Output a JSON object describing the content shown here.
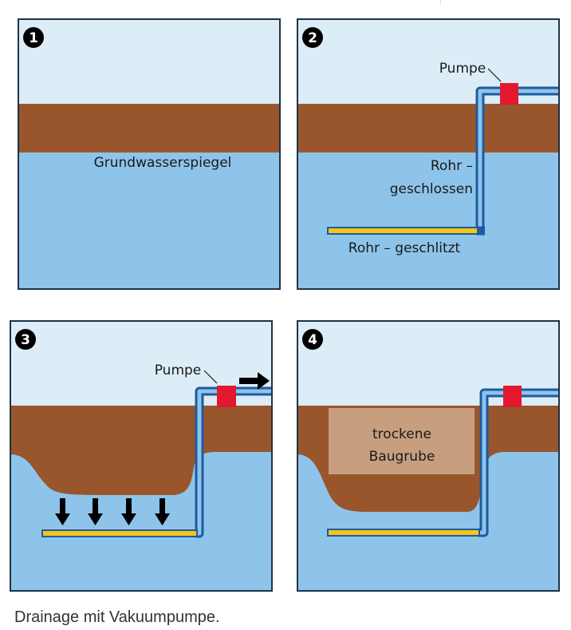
{
  "colors": {
    "sky": "#dcedf8",
    "soil": "#99562c",
    "water": "#8ec4e9",
    "pipe_fill": "#8ec4e9",
    "pipe_border": "#1e5ba0",
    "slotted_pipe": "#f5c518",
    "pump": "#e3172e",
    "dry_pit": "#c79f7f",
    "frame": "#1f3347",
    "arrow": "#000000"
  },
  "panels": [
    {
      "number": "1",
      "labels": {
        "groundwater": "Grundwasserspiegel"
      }
    },
    {
      "number": "2",
      "labels": {
        "pump": "Pumpe",
        "pipe_closed_line1": "Rohr –",
        "pipe_closed_line2": "geschlossen",
        "pipe_slotted": "Rohr – geschlitzt"
      }
    },
    {
      "number": "3",
      "labels": {
        "pump": "Pumpe"
      }
    },
    {
      "number": "4",
      "labels": {
        "pit_line1": "trockene",
        "pit_line2": "Baugrube"
      }
    }
  ],
  "caption": "Drainage mit Vakuumpumpe."
}
